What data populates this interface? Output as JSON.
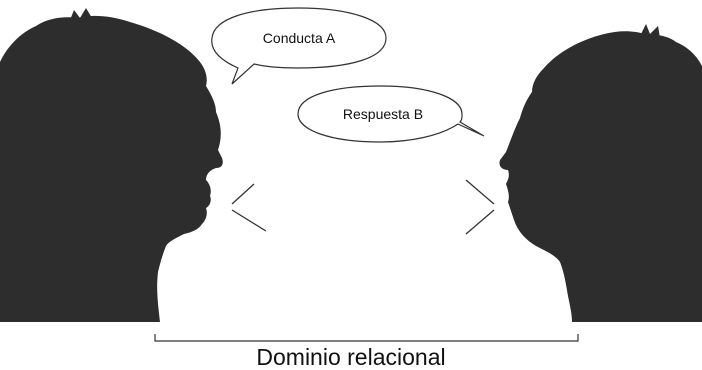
{
  "bubbles": {
    "left": {
      "label": "Conducta A"
    },
    "right": {
      "label": "Respuesta B"
    }
  },
  "caption": {
    "label": "Dominio relacional"
  },
  "colors": {
    "silhouette": "#2d2d2d",
    "outline": "#333333",
    "background": "#ffffff"
  },
  "icons": {
    "left_person": "head-silhouette-facing-right",
    "right_person": "head-silhouette-facing-left",
    "left_mouth_lines": "sound-lines-icon",
    "right_mouth_lines": "sound-lines-icon"
  }
}
